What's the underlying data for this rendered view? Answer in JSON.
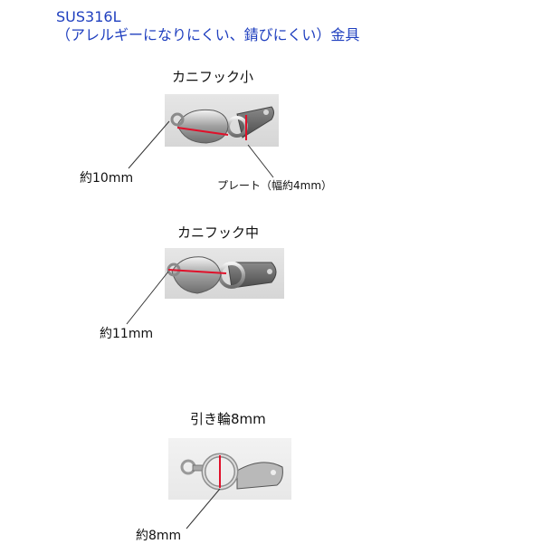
{
  "header": {
    "line1": "SUS316L",
    "line2": "（アレルギーになりにくい、錆びにくい）金具"
  },
  "items": [
    {
      "title": "カニフック小",
      "size_label": "約10mm",
      "plate_label": "プレート（幅約4mm）"
    },
    {
      "title": "カニフック中",
      "size_label": "約11mm"
    },
    {
      "title": "引き輪8mm",
      "size_label": "約8mm"
    }
  ],
  "colors": {
    "title_text": "#1f3fbf",
    "measure_line": "#e0102a",
    "pointer_line": "#333333",
    "metal": "#9a9a9a"
  }
}
